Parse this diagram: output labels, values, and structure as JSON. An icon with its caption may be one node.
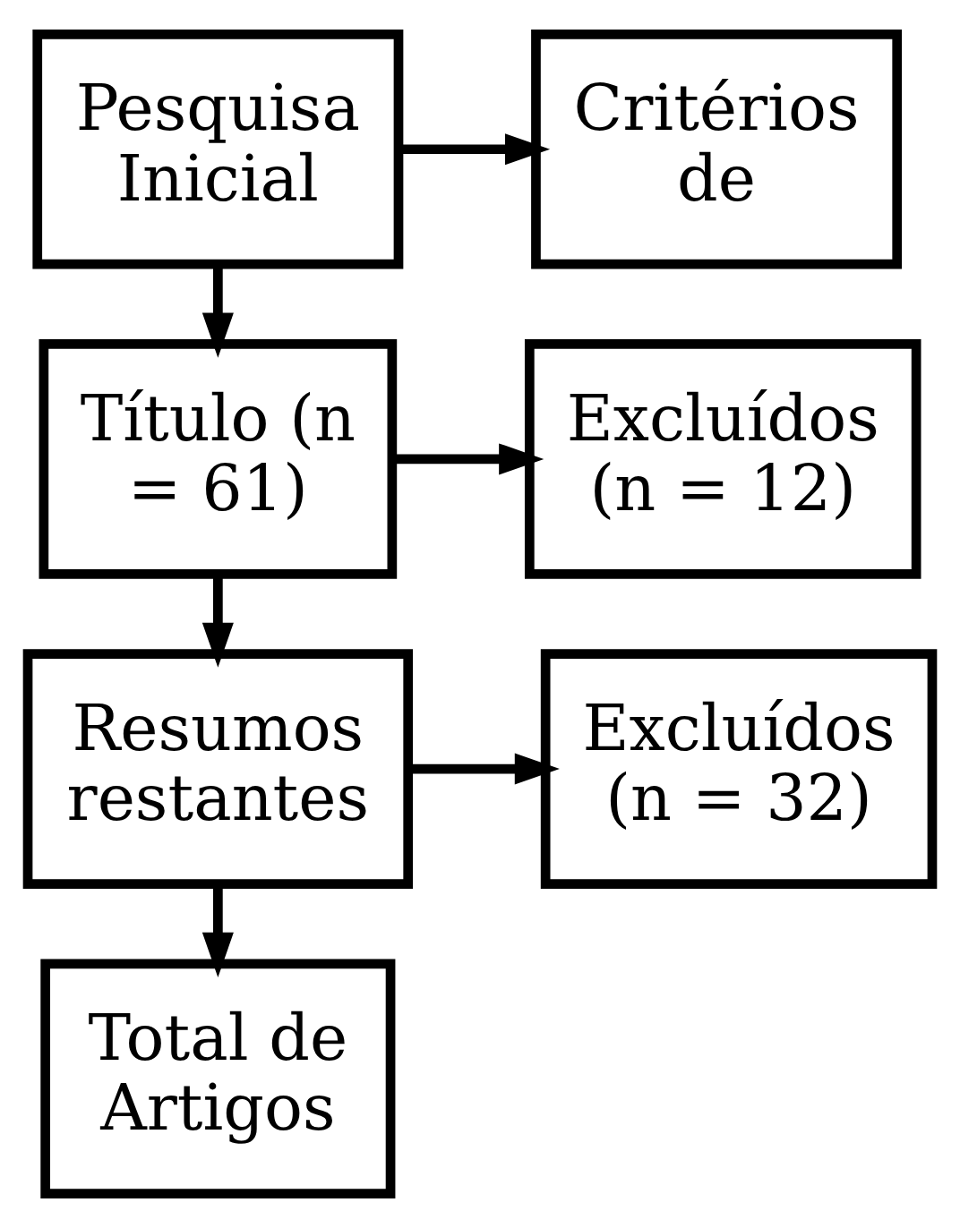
{
  "diagram": {
    "nodes": [
      {
        "text": [
          "Pesquisa Inicial"
        ]
      },
      {
        "text": [
          "Critérios de"
        ]
      },
      {
        "text": [
          "Título (n = 61)"
        ]
      },
      {
        "text": [
          "Excluídos (n = 12)"
        ]
      },
      {
        "text": [
          "Resumos restantes"
        ]
      },
      {
        "text": [
          "Excluídos (n = 32)"
        ]
      },
      {
        "text": [
          "Total de Artigos"
        ]
      }
    ],
    "edges": [
      {
        "from": 0,
        "to": 1,
        "arrow": "to"
      },
      {
        "from": 0,
        "to": 2,
        "arrow": "to"
      },
      {
        "from": 2,
        "to": 3,
        "arrow": "to"
      },
      {
        "from": 2,
        "to": 4,
        "arrow": "to"
      },
      {
        "from": 4,
        "to": 5,
        "arrow": "to"
      },
      {
        "from": 4,
        "to": 6,
        "arrow": "to"
      }
    ]
  }
}
